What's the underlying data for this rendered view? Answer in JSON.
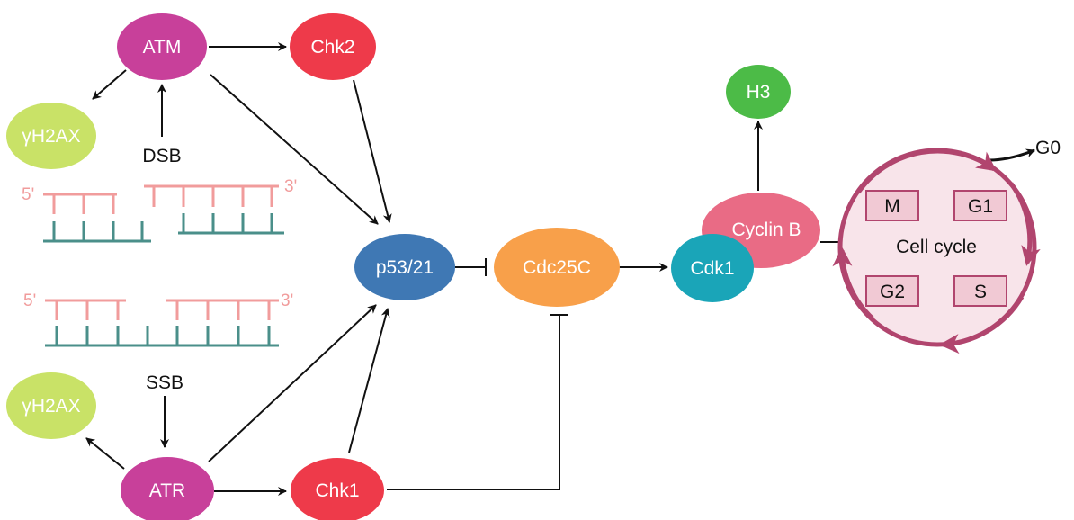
{
  "nodes": {
    "atm": "ATM",
    "chk2": "Chk2",
    "h2ax_top": "γH2AX",
    "h2ax_bottom": "γH2AX",
    "p53": "p53/21",
    "cdc25c": "Cdc25C",
    "cdk1": "Cdk1",
    "cyclin_b": "Cyclin B",
    "h3": "H3",
    "atr": "ATR",
    "chk1": "Chk1"
  },
  "labels": {
    "dsb": "DSB",
    "ssb": "SSB",
    "g0": "G0",
    "five_prime_top": "5'",
    "three_prime_top": "3'",
    "five_prime_bottom": "5'",
    "three_prime_bottom": "3'"
  },
  "cell_cycle": {
    "title": "Cell cycle",
    "phases": {
      "m": "M",
      "g1": "G1",
      "g2": "G2",
      "s": "S"
    }
  },
  "colors": {
    "atm": "#c8409a",
    "chk": "#ee3a4a",
    "h2ax": "#c9e267",
    "p53": "#3f78b4",
    "cdc25c": "#f8a04a",
    "cdk1": "#1aa5b8",
    "cyclin_b": "#e96b85",
    "h3": "#4cbb47",
    "dna_top_strand": "#f19c9c",
    "dna_bottom_strand": "#4a8f8a",
    "cycle": "#b1456e",
    "cycle_fill": "#f8e4ea"
  }
}
